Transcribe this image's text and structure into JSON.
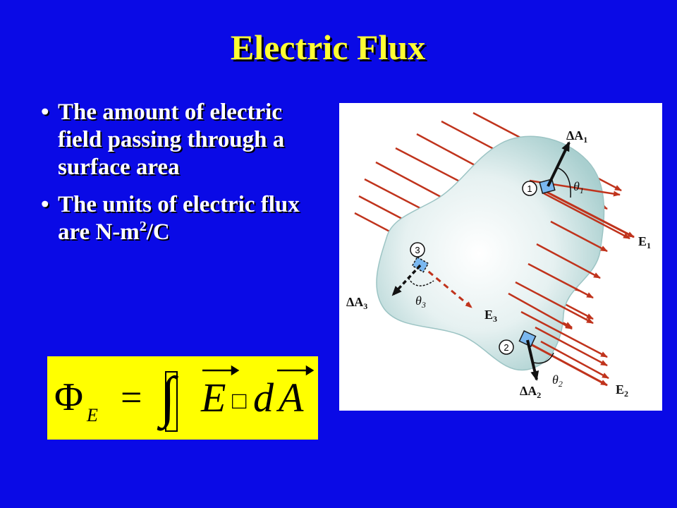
{
  "slide": {
    "title": "Electric Flux",
    "bullets": [
      {
        "text": "The amount of electric field passing through a surface area"
      },
      {
        "text_before": "The units of electric flux are N-m",
        "superscript": "2",
        "text_after": "/C"
      }
    ]
  },
  "figure": {
    "labels": {
      "dA1": "ΔA",
      "dA1_sub": "1",
      "dA2": "ΔA",
      "dA2_sub": "2",
      "dA3": "ΔA",
      "dA3_sub": "3",
      "E1": "E",
      "E1_sub": "1",
      "E2": "E",
      "E2_sub": "2",
      "E3": "E",
      "E3_sub": "3",
      "theta1": "θ",
      "theta1_sub": "1",
      "theta2": "θ",
      "theta2_sub": "2",
      "theta3": "θ",
      "theta3_sub": "3",
      "circle1": "1",
      "circle2": "2",
      "circle3": "3"
    },
    "colors": {
      "field_line": "#c0331c",
      "surface": "#b4d6d6",
      "patch": "#7ab8f0"
    }
  },
  "formula": {
    "phi": "Φ",
    "phi_sub": "E",
    "equals": "=",
    "integral": "∫",
    "E": "E",
    "box_glyph": "□",
    "d": "d",
    "A": "A"
  },
  "colors": {
    "background": "#0a0ae6",
    "title": "#ffff33",
    "formula_bg": "#ffff00"
  }
}
